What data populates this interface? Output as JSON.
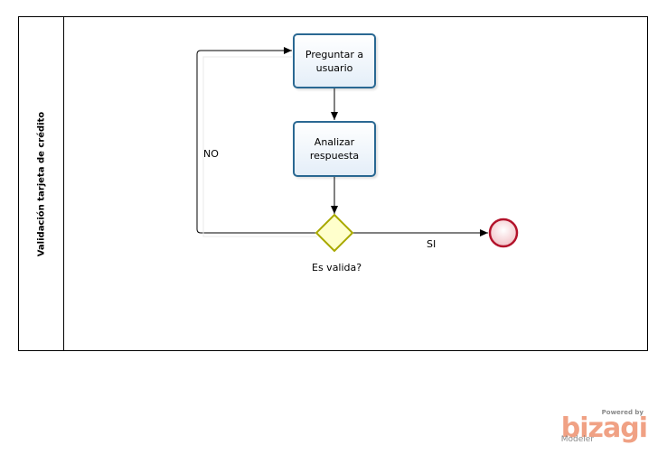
{
  "pool": {
    "lane_title": "Validación tarjeta de crédito"
  },
  "tasks": {
    "preguntar": {
      "line1": "Preguntar a",
      "line2": "usuario"
    },
    "analizar": {
      "line1": "Analizar",
      "line2": "respuesta"
    }
  },
  "gateway": {
    "label": "Es valida?"
  },
  "flows": {
    "no_label": "NO",
    "si_label": "SI"
  },
  "branding": {
    "powered_by": "Powered by",
    "name": "bizagi",
    "product": "Modeler"
  },
  "colors": {
    "task_border": "#2a6892",
    "gateway_fill": "#ffffcc",
    "gateway_border": "#a8a800",
    "end_event_border": "#b3132b",
    "end_event_fill": "#f7d3d6",
    "brand": "#f0a184"
  }
}
